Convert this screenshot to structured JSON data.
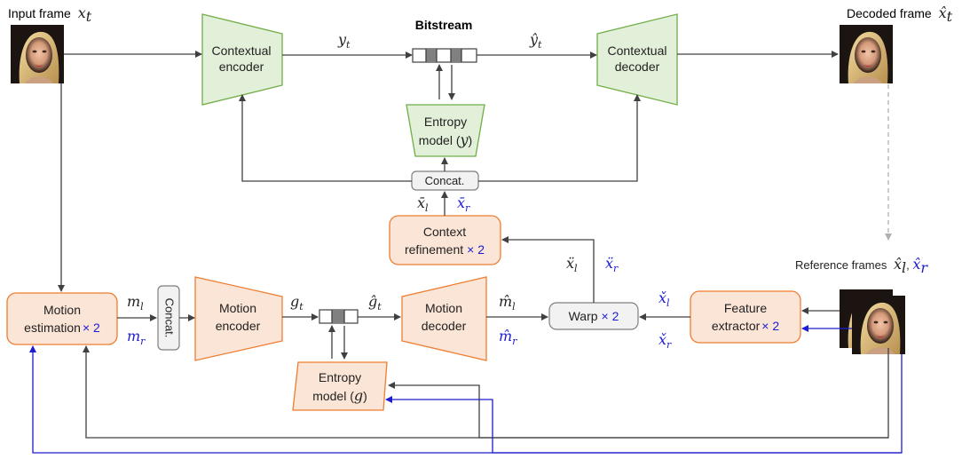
{
  "labels": {
    "input_frame": "Input frame",
    "input_frame_sym": "x",
    "input_frame_sub": "t",
    "decoded_frame": "Decoded frame",
    "decoded_frame_sym": "x̂",
    "decoded_frame_sub": "t",
    "bitstream": "Bitstream",
    "reference_frames": "Reference frames",
    "reference_frames_sym": "x̂",
    "reference_sub_l": "l",
    "reference_sub_r": "r"
  },
  "blocks": {
    "contextual_encoder": [
      "Contextual",
      "encoder"
    ],
    "contextual_decoder": [
      "Contextual",
      "decoder"
    ],
    "entropy_y": [
      "Entropy",
      "model (",
      "y",
      ")"
    ],
    "concat_top": "Concat.",
    "context_refinement": [
      "Context",
      "refinement",
      "× 2"
    ],
    "motion_estimation": [
      "Motion",
      "estimation",
      "× 2"
    ],
    "concat_motion": "Concat.",
    "motion_encoder": [
      "Motion",
      "encoder"
    ],
    "motion_decoder": [
      "Motion",
      "decoder"
    ],
    "entropy_g": [
      "Entropy",
      "model (",
      "g",
      ")"
    ],
    "warp": [
      "Warp",
      "× 2"
    ],
    "feature_extractor": [
      "Feature",
      "extractor",
      "× 2"
    ]
  },
  "symbols": {
    "y_t": "y",
    "y_t_sub": "t",
    "y_hat_t": "ŷ",
    "y_hat_t_sub": "t",
    "x_bar_l": "x̄",
    "x_bar_l_sub": "l",
    "x_bar_r": "x̄",
    "x_bar_r_sub": "r",
    "x_ddot_l": "ẍ",
    "x_ddot_l_sub": "l",
    "x_ddot_r": "ẍ",
    "x_ddot_r_sub": "r",
    "x_check_l": "x̌",
    "x_check_l_sub": "l",
    "x_check_r": "x̌",
    "x_check_r_sub": "r",
    "m_l": "m",
    "m_l_sub": "l",
    "m_r": "m",
    "m_r_sub": "r",
    "g_t": "g",
    "g_t_sub": "t",
    "g_hat_t": "ĝ",
    "g_hat_t_sub": "t",
    "m_hat_l": "m̂",
    "m_hat_l_sub": "l",
    "m_hat_r": "m̂",
    "m_hat_r_sub": "r"
  },
  "colors": {
    "green_fill": "#e2efd9",
    "green_stroke": "#70ad47",
    "orange_fill": "#fbe5d6",
    "orange_stroke": "#ed7d31",
    "grey_fill": "#f2f2f2",
    "grey_stroke": "#7f7f7f",
    "blue": "#1c1cd0"
  }
}
